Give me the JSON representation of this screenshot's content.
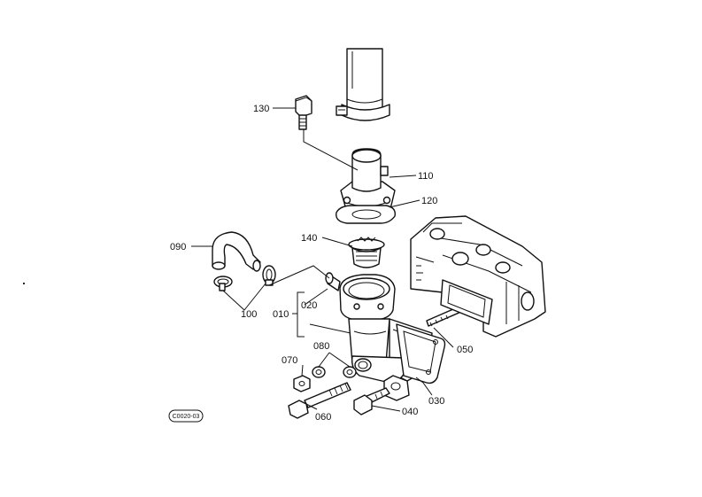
{
  "labels": {
    "p010": "010",
    "p020": "020",
    "p030": "030",
    "p040": "040",
    "p050": "050",
    "p060": "060",
    "p070": "070",
    "p080": "080",
    "p090": "090",
    "p100": "100",
    "p110": "110",
    "p120": "120",
    "p130": "130",
    "p140": "140"
  },
  "reference_code": "C0020-03"
}
